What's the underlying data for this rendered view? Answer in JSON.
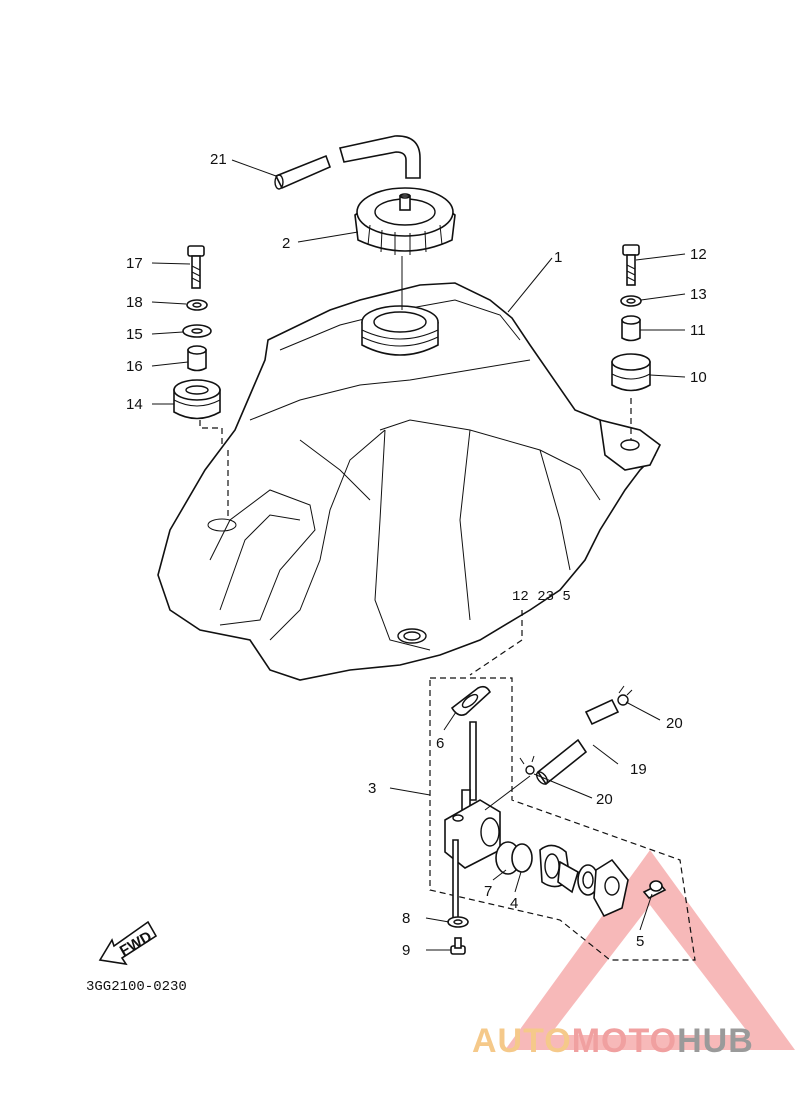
{
  "diagram_code": "3GG2100-0230",
  "fwd_label": "FWD",
  "logo": {
    "part1": "AUTO",
    "part2": "MOTO",
    "part3": "HUB",
    "accent": "#f08080"
  },
  "callouts": {
    "c1": "1",
    "c2": "2",
    "c3": "3",
    "c4": "4",
    "c5": "5",
    "c6": "6",
    "c7": "7",
    "c8": "8",
    "c9": "9",
    "c10": "10",
    "c11": "11",
    "c12": "12",
    "c13": "13",
    "c14": "14",
    "c15": "15",
    "c16": "16",
    "c17": "17",
    "c18": "18",
    "c19": "19",
    "c20a": "20",
    "c20b": "20",
    "c21": "21"
  }
}
